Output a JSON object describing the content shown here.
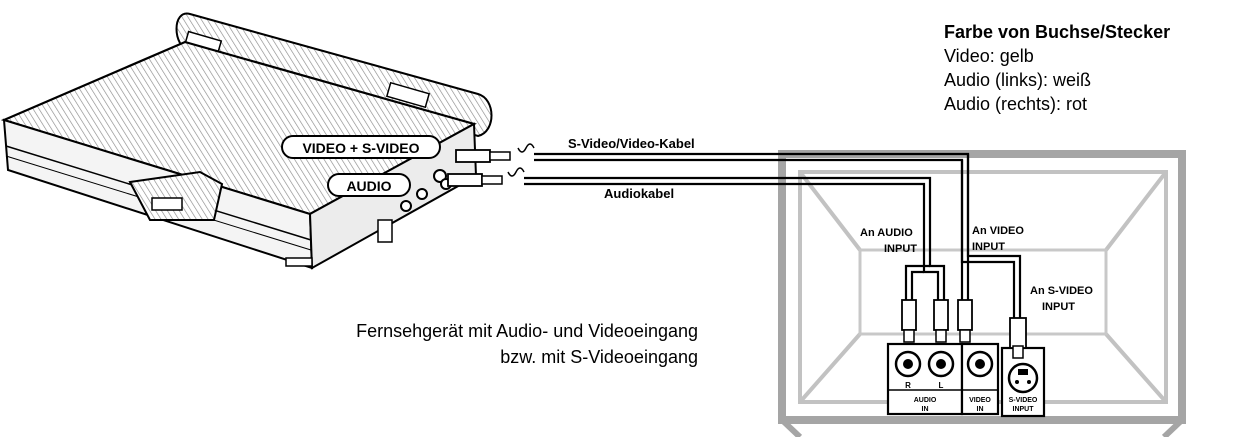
{
  "legend": {
    "title": "Farbe von Buchse/Stecker",
    "items": [
      "Video: gelb",
      "Audio (links): weiß",
      "Audio (rechts): rot"
    ]
  },
  "player": {
    "video_label": "VIDEO + S-VIDEO",
    "audio_label": "AUDIO"
  },
  "cables": {
    "svideo_video": "S-Video/Video-Kabel",
    "audio": "Audiokabel"
  },
  "tv": {
    "to_audio_input": [
      "An AUDIO",
      "INPUT"
    ],
    "to_video_input": [
      "An VIDEO",
      "INPUT"
    ],
    "to_svideo_input": [
      "An S-VIDEO",
      "INPUT"
    ],
    "jack_r": "R",
    "jack_l": "L",
    "audio_in": [
      "AUDIO",
      "IN"
    ],
    "video_in": [
      "VIDEO",
      "IN"
    ],
    "svideo_input": [
      "S-VIDEO",
      "INPUT"
    ]
  },
  "caption": {
    "lines": [
      "Fernsehgerät mit Audio- und Videoeingang",
      "bzw. mit S-Videoeingang"
    ]
  }
}
